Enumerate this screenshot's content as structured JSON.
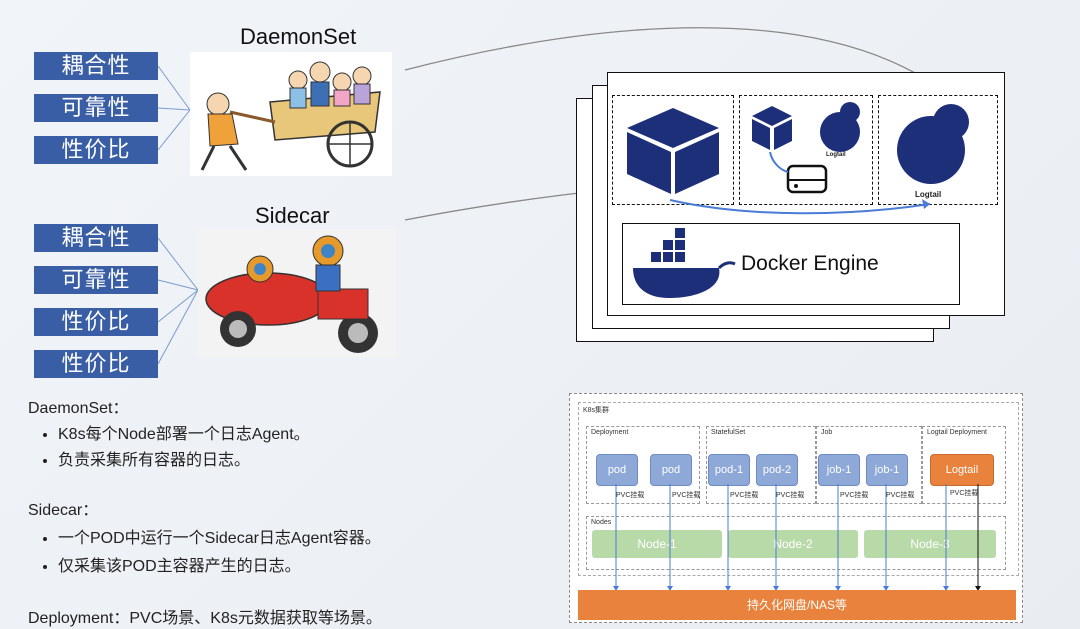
{
  "daemonset": {
    "title": "DaemonSet",
    "tags": [
      "耦合性",
      "可靠性",
      "性价比"
    ]
  },
  "sidecar": {
    "title": "Sidecar",
    "tags": [
      "耦合性",
      "可靠性",
      "性价比",
      "性价比"
    ]
  },
  "node_diagram": {
    "engine_label": "Docker Engine",
    "logtail_small": "Logtail",
    "logtail_big": "Logtail"
  },
  "notes": {
    "daemonset_heading": "DaemonSet：",
    "daemonset_items": [
      "K8s每个Node部署一个日志Agent。",
      "负责采集所有容器的日志。"
    ],
    "sidecar_heading": "Sidecar：",
    "sidecar_items": [
      "一个POD中运行一个Sidecar日志Agent容器。",
      "仅采集该POD主容器产生的日志。"
    ],
    "deployment_line": "Deployment：PVC场景、K8s元数据获取等场景。"
  },
  "k8s": {
    "cluster_label": "K8s集群",
    "groups": [
      "Deployment",
      "StatefulSet",
      "Job",
      "Logtail Deployment"
    ],
    "pods": [
      "pod",
      "pod",
      "pod-1",
      "pod-2",
      "job-1",
      "job-1",
      "Logtail"
    ],
    "pvc_label": "PVC挂载",
    "nodes_label": "Nodes",
    "nodes": [
      "Node-1",
      "Node-2",
      "Node-3"
    ],
    "storage": "持久化网盘/NAS等"
  },
  "colors": {
    "tag_blue": "#3a5ea6",
    "icon_navy": "#1e2f7a",
    "pod_blue": "#8ea8d8",
    "node_green": "#b8d9a8",
    "orange": "#e9823d"
  }
}
